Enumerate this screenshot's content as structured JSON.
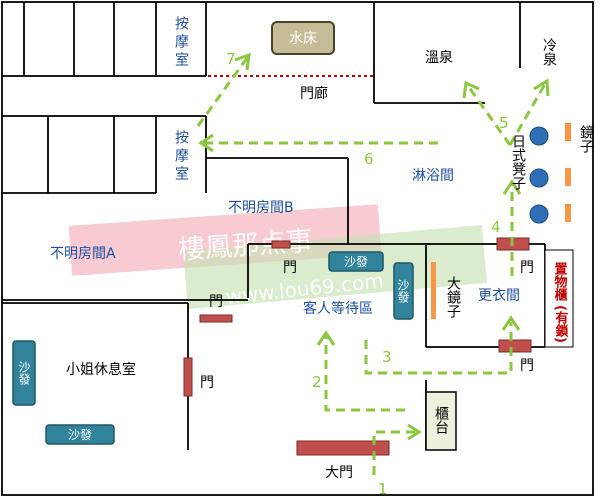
{
  "labels": {
    "massage_room": "按摩室",
    "waterbed": "水床",
    "corridor": "門廊",
    "hot_spring": "溫泉",
    "cold_spring": "冷泉",
    "mirror": "鏡子",
    "japanese_stool": "日式凳子",
    "shower_room": "淋浴間",
    "unknown_room_b": "不明房間B",
    "unknown_room_a": "不明房間A",
    "big_mirror": "大鏡子",
    "changing_room": "更衣間",
    "cabinet": "置物櫃",
    "cabinet_note": "(有鎖)",
    "waiting_area": "客人等待區",
    "hostess_lounge": "小姐休息室",
    "counter": "櫃台",
    "main_door": "大門",
    "door": "門",
    "sofa": "沙發",
    "watermark_cn": "樓鳳那点事",
    "watermark_url": "www.lou69.com"
  },
  "route_steps": [
    "1",
    "2",
    "3",
    "4",
    "5",
    "6",
    "7"
  ],
  "colors": {
    "route": "#8cc63f",
    "door": "#c0504d",
    "sofa": "#31849b",
    "text_blue": "#1d4e9e",
    "cabinet_text": "#c00000",
    "stool": "#2e6fb7",
    "mirror": "#f79646",
    "watermark_band": "#f4a6b4",
    "watermark_green": "#c6e0b4"
  }
}
